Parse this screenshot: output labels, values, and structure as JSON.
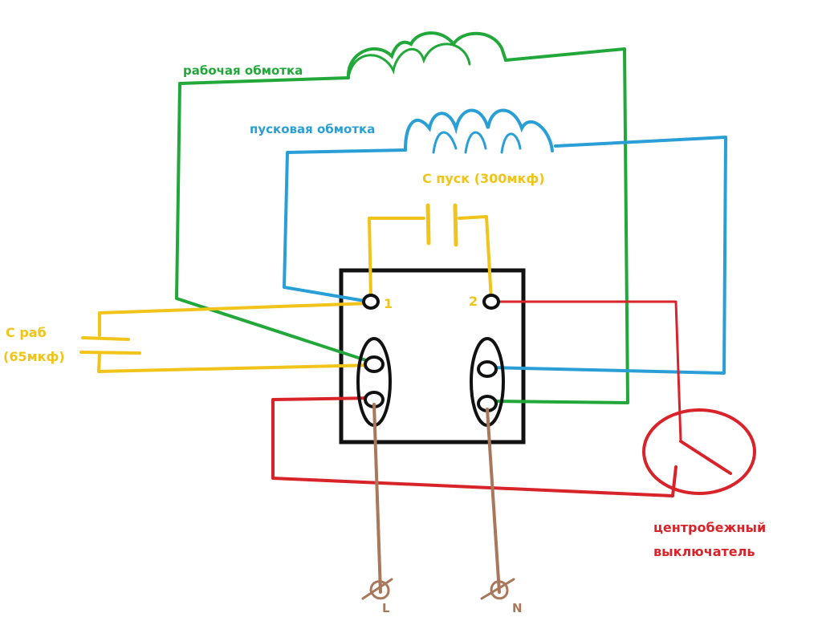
{
  "labels": {
    "run_winding": "рабочая обмотка",
    "start_winding": "пусковая обмотка",
    "start_cap": "С пуск (300мкф)",
    "run_cap_line1": "С раб",
    "run_cap_line2": "(65мкф)",
    "terminal_1": "1",
    "terminal_2": "2",
    "switch_line1": "центробежный",
    "switch_line2": "выключатель",
    "line_L": "L",
    "line_N": "N"
  },
  "colors": {
    "run_circuit": "#22a83a",
    "start_circuit": "#2a9fd6",
    "capacitor": "#f0c419",
    "switch_circuit": "#d8232a",
    "mains": "#a9775a",
    "box": "#111111"
  }
}
